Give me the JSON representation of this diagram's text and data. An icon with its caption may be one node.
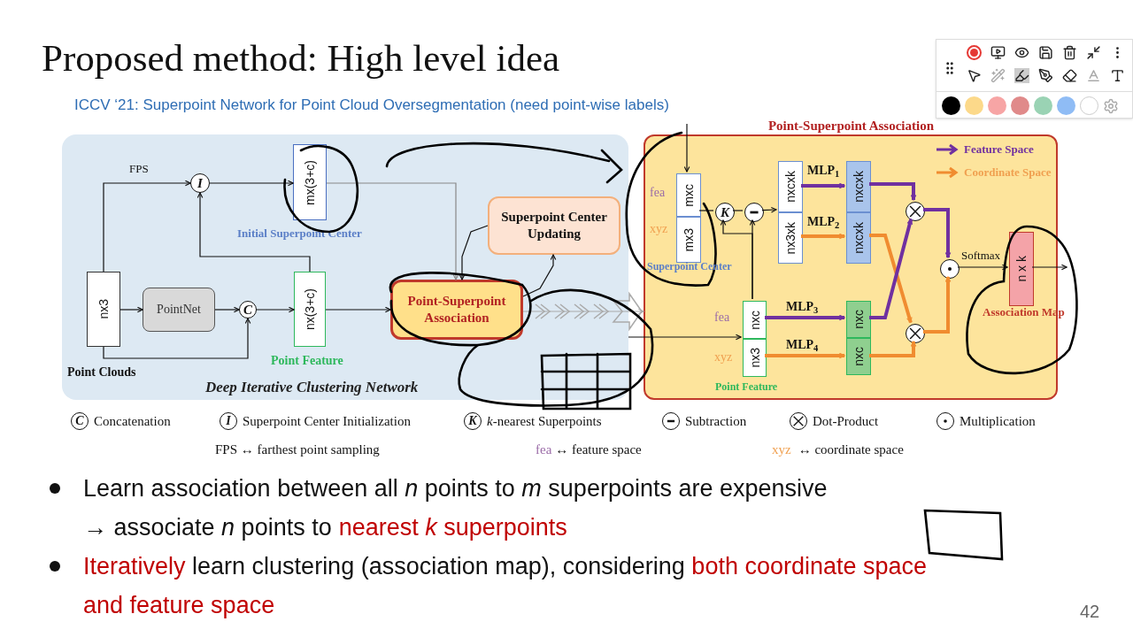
{
  "diagram": {
    "title": "Proposed method: High level idea",
    "nodes": [
      {
        "text": [
          "Deep Iterative Clustering Network"
        ]
      },
      {
        "text": [
          "nx3"
        ],
        "in": 0,
        "beside": [
          "Point Clouds"
        ]
      },
      {
        "text": [
          "PointNet"
        ],
        "in": 0
      },
      {
        "text": [
          "C"
        ],
        "in": 0
      },
      {
        "text": [
          "nx(3+c)"
        ],
        "in": 0,
        "beside": [
          "Point Feature"
        ]
      },
      {
        "text": [
          "I"
        ],
        "in": 0
      },
      {
        "text": [
          "mx(3+c)"
        ],
        "in": 0,
        "beside": [
          "Initial Superpoint Center"
        ]
      },
      {
        "text": [
          "Point-Superpoint Association"
        ],
        "in": 0
      },
      {
        "text": [
          "Superpoint Center Updating"
        ],
        "in": 0
      },
      {
        "text": [
          "Point-Superpoint Association"
        ]
      },
      {
        "text": [
          "mxc"
        ],
        "in": 9,
        "beside": [
          "fea"
        ]
      },
      {
        "text": [
          "mx3"
        ],
        "in": 9,
        "beside": [
          "xyz"
        ]
      },
      {
        "text": [
          "K"
        ],
        "in": 9
      },
      {
        "text": [],
        "shape": "circle",
        "in": 9
      },
      {
        "text": [
          "nxcxk"
        ],
        "in": 9
      },
      {
        "text": [
          "nx3xk"
        ],
        "in": 9
      },
      {
        "text": [
          "nxcxk"
        ],
        "in": 9
      },
      {
        "text": [
          "nxcxk"
        ],
        "in": 9
      },
      {
        "text": [
          "nxc"
        ],
        "in": 9,
        "beside": [
          "fea"
        ]
      },
      {
        "text": [
          "nx3"
        ],
        "in": 9,
        "beside": [
          "xyz",
          "Point Feature"
        ]
      },
      {
        "text": [
          "nxc"
        ],
        "in": 9
      },
      {
        "text": [
          "nxc"
        ],
        "in": 9
      },
      {
        "text": [],
        "shape": "circle",
        "in": 9
      },
      {
        "text": [],
        "shape": "circle",
        "in": 9
      },
      {
        "text": [],
        "shape": "circle",
        "in": 9
      },
      {
        "text": [
          "n x k"
        ],
        "in": 9,
        "beside": [
          "Association Map"
        ]
      }
    ],
    "edges": [
      {
        "from": 1,
        "to": 5,
        "arrow": "to",
        "label": "FPS"
      },
      {
        "from": 5,
        "to": 6,
        "arrow": "to"
      },
      {
        "from": 4,
        "to": 5,
        "arrow": "to"
      },
      {
        "from": 1,
        "to": 2,
        "arrow": "to"
      },
      {
        "from": 2,
        "to": 3,
        "arrow": "to"
      },
      {
        "from": 1,
        "to": 3,
        "arrow": "to"
      },
      {
        "from": 3,
        "to": 4,
        "arrow": "to"
      },
      {
        "from": 4,
        "to": 7,
        "arrow": "to"
      },
      {
        "from": 6,
        "to": 7,
        "arrow": "to",
        "color": "#888888"
      },
      {
        "from": 7,
        "to": 8,
        "arrow": "to"
      },
      {
        "from": 8,
        "to": 7,
        "arrow": "to"
      },
      {
        "from": 7,
        "to": 9,
        "arrow": "to",
        "color": "#aaaaaa"
      },
      {
        "from": null,
        "to": 10,
        "arrow": "to"
      },
      {
        "from": 10,
        "to": 12,
        "arrow": "none"
      },
      {
        "from": 12,
        "to": 13,
        "arrow": "none"
      },
      {
        "from": 13,
        "to": 14,
        "arrow": "to"
      },
      {
        "from": 18,
        "to": 12,
        "arrow": "to"
      },
      {
        "from": 18,
        "to": 13,
        "arrow": "to"
      },
      {
        "from": 14,
        "to": 16,
        "arrow": "to",
        "label": "MLP$_{1}$",
        "style": "thick",
        "color": "#7030a0"
      },
      {
        "from": 15,
        "to": 17,
        "arrow": "to",
        "label": "MLP$_{2}$",
        "style": "thick",
        "color": "#f08c30"
      },
      {
        "from": 18,
        "to": 20,
        "arrow": "to",
        "label": "MLP$_{3}$",
        "style": "thick",
        "color": "#7030a0"
      },
      {
        "from": 19,
        "to": 21,
        "arrow": "to",
        "label": "MLP$_{4}$",
        "style": "thick",
        "color": "#f08c30"
      },
      {
        "from": 16,
        "to": 22,
        "arrow": "to",
        "style": "thick",
        "color": "#7030a0"
      },
      {
        "from": 17,
        "to": 23,
        "arrow": "to",
        "style": "thick",
        "color": "#f08c30"
      },
      {
        "from": 20,
        "to": 22,
        "arrow": "to",
        "style": "thick",
        "color": "#7030a0"
      },
      {
        "from": 21,
        "to": 23,
        "arrow": "to",
        "style": "thick",
        "color": "#f08c30"
      },
      {
        "from": 22,
        "to": 24,
        "arrow": "to",
        "style": "thick",
        "color": "#7030a0"
      },
      {
        "from": 23,
        "to": 24,
        "arrow": "to",
        "style": "thick",
        "color": "#f08c30"
      },
      {
        "from": 24,
        "to": 25,
        "arrow": "to",
        "label": "Softmax"
      },
      {
        "from": 25,
        "to": null,
        "arrow": "to"
      },
      {
        "from": 0,
        "to": 18,
        "arrow": "to"
      }
    ],
    "labels": [
      "ICCV ‘21: Superpoint Network for Point Cloud Oversegmentation (need point-wise labels)",
      "C",
      "I",
      "K",
      "FPS ↔ farthest point sampling",
      "fea",
      "↔ feature space",
      "xyz",
      "↔ coordinate space",
      "Learn association between all *n* points to *m* superpoints are expensive",
      "→ associate *n* points to",
      "nearest *k* superpoints",
      "Iteratively",
      "learn clustering (association map), considering",
      "both coordinate space and feature space",
      "42",
      "Superpoint Center"
    ],
    "legend": [
      {
        "text": "Feature Space"
      },
      {
        "text": "Coordinate Space"
      },
      {
        "text": "Concatenation"
      },
      {
        "text": "Superpoint Center Initialization"
      },
      {
        "text": "*k*-nearest Superpoints"
      },
      {
        "text": "Subtraction"
      },
      {
        "text": "Dot-Product"
      },
      {
        "text": "Multiplication"
      }
    ]
  }
}
